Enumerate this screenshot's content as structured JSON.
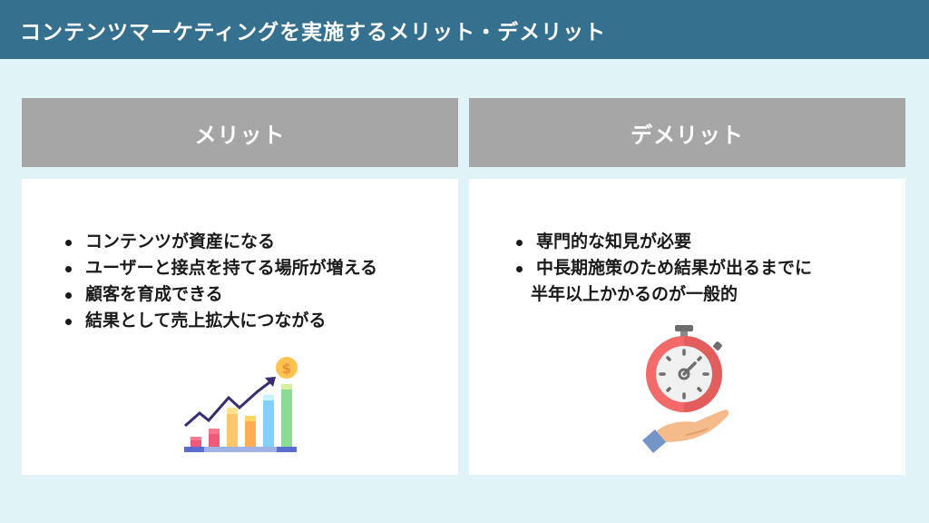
{
  "header": {
    "title": "コンテンツマーケティングを実施するメリット・デメリット"
  },
  "colors": {
    "title_bar": "#35708f",
    "background": "#e0f3f7",
    "column_header": "#a6a6a6",
    "panel": "#ffffff"
  },
  "merit": {
    "heading": "メリット",
    "points": [
      "コンテンツが資産になる",
      "ユーザーと接点を持てる場所が増える",
      "顧客を育成できる",
      "結果として売上拡大につながる"
    ],
    "illustration": "growth-chart-dollar-icon"
  },
  "demerit": {
    "heading": "デメリット",
    "points": [
      "専門的な知見が必要",
      "中長期施策のため結果が出るまでに",
      "半年以上かかるのが一般的"
    ],
    "illustration": "stopwatch-hand-icon"
  }
}
